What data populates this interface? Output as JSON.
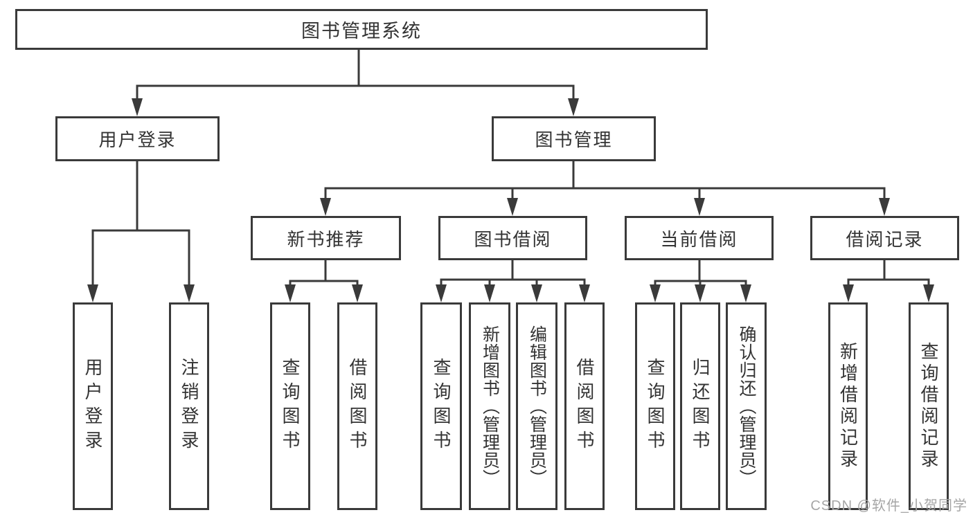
{
  "diagram": {
    "root": {
      "label": "图书管理系统"
    },
    "branches": [
      {
        "label": "用户登录",
        "children": [
          {
            "label": "用户登录"
          },
          {
            "label": "注销登录"
          }
        ]
      },
      {
        "label": "图书管理",
        "groups": [
          {
            "label": "新书推荐",
            "children": [
              {
                "label": "查询图书"
              },
              {
                "label": "借阅图书"
              }
            ]
          },
          {
            "label": "图书借阅",
            "children": [
              {
                "label": "查询图书"
              },
              {
                "label": "新增图书（管理员）"
              },
              {
                "label": "编辑图书（管理员）"
              },
              {
                "label": "借阅图书"
              }
            ]
          },
          {
            "label": "当前借阅",
            "children": [
              {
                "label": "查询图书"
              },
              {
                "label": "归还图书"
              },
              {
                "label": "确认归还（管理员）"
              }
            ]
          },
          {
            "label": "借阅记录",
            "children": [
              {
                "label": "新增借阅记录"
              },
              {
                "label": "查询借阅记录"
              }
            ]
          }
        ]
      }
    ]
  },
  "watermark": {
    "text": "CSDN @软件_小贺同学"
  },
  "colors": {
    "line": "#3a3a3a",
    "text": "#333333",
    "watermark": "#a6a6a6",
    "background": "#ffffff"
  }
}
